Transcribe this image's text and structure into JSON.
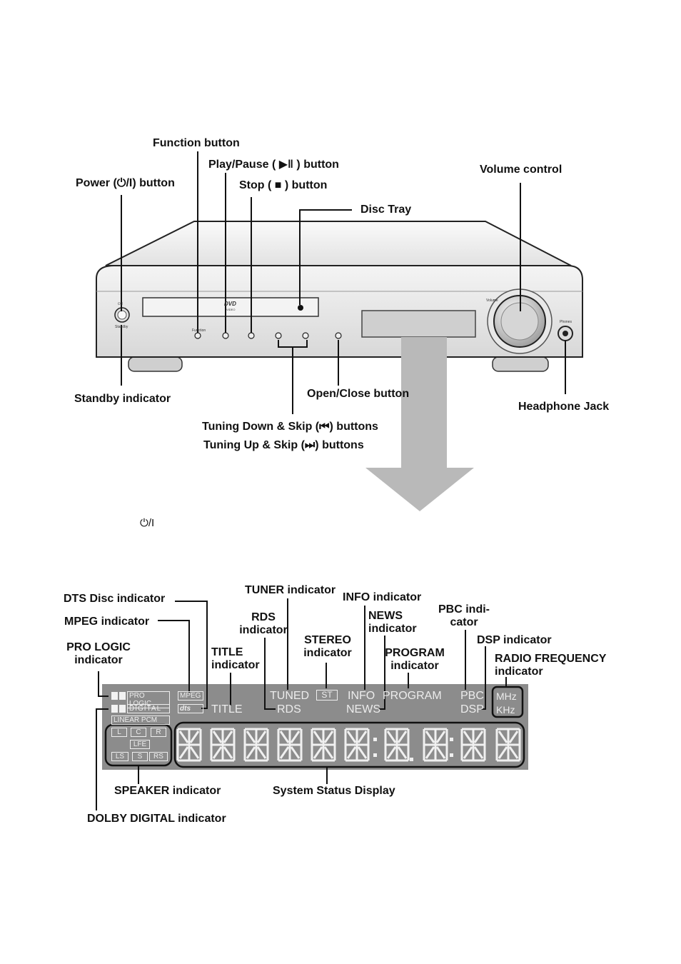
{
  "device_labels": {
    "function": "Function button",
    "play_pause": "Play/Pause ( ▶‖ ) button",
    "power": "Power (⏻/I) button",
    "stop": "Stop ( ■ ) button",
    "volume": "Volume control",
    "disc_tray": "Disc Tray",
    "standby": "Standby indicator",
    "open_close": "Open/Close button",
    "headphone": "Headphone Jack",
    "tuning_down": "Tuning Down & Skip (⏮) buttons",
    "tuning_up": "Tuning Up & Skip (⏭) buttons",
    "power_symbol": "⏻/I"
  },
  "panel_text": {
    "dvd": "DVD",
    "dvd_sub": "VIDEO",
    "function": "Function",
    "volume": "Volume",
    "phones": "Phones",
    "standby": "Standby",
    "power": "⏻/I"
  },
  "display_labels": {
    "dts": "DTS Disc indicator",
    "mpeg": "MPEG indicator",
    "prologic": "PRO LOGIC indicator",
    "tuner": "TUNER indicator",
    "rds": "RDS indicator",
    "title": "TITLE indicator",
    "stereo": "STEREO indicator",
    "info": "INFO indicator",
    "news": "NEWS indicator",
    "program": "PROGRAM indicator",
    "pbc": "PBC indi- cator",
    "dsp": "DSP indicator",
    "radio_freq": "RADIO FREQUENCY indicator",
    "speaker": "SPEAKER indicator",
    "system_status": "System Status Display",
    "dolby": "DOLBY DIGITAL indicator"
  },
  "display_text": {
    "pro_logic": "PRO LOGIC",
    "digital": "DIGITAL",
    "mpeg": "MPEG",
    "dts": "dts",
    "linear_pcm": "LINEAR  PCM",
    "title": "TITLE",
    "tuned": "TUNED",
    "st": "ST",
    "rds": "RDS",
    "info": "INFO",
    "news": "NEWS",
    "program": "PROGRAM",
    "pbc": "PBC",
    "dsp": "DSP",
    "mhz": "MHz",
    "khz": "KHz",
    "spk_l": "L",
    "spk_c": "C",
    "spk_r": "R",
    "spk_lfe": "LFE",
    "spk_ls": "LS",
    "spk_s": "S",
    "spk_rs": "RS"
  }
}
